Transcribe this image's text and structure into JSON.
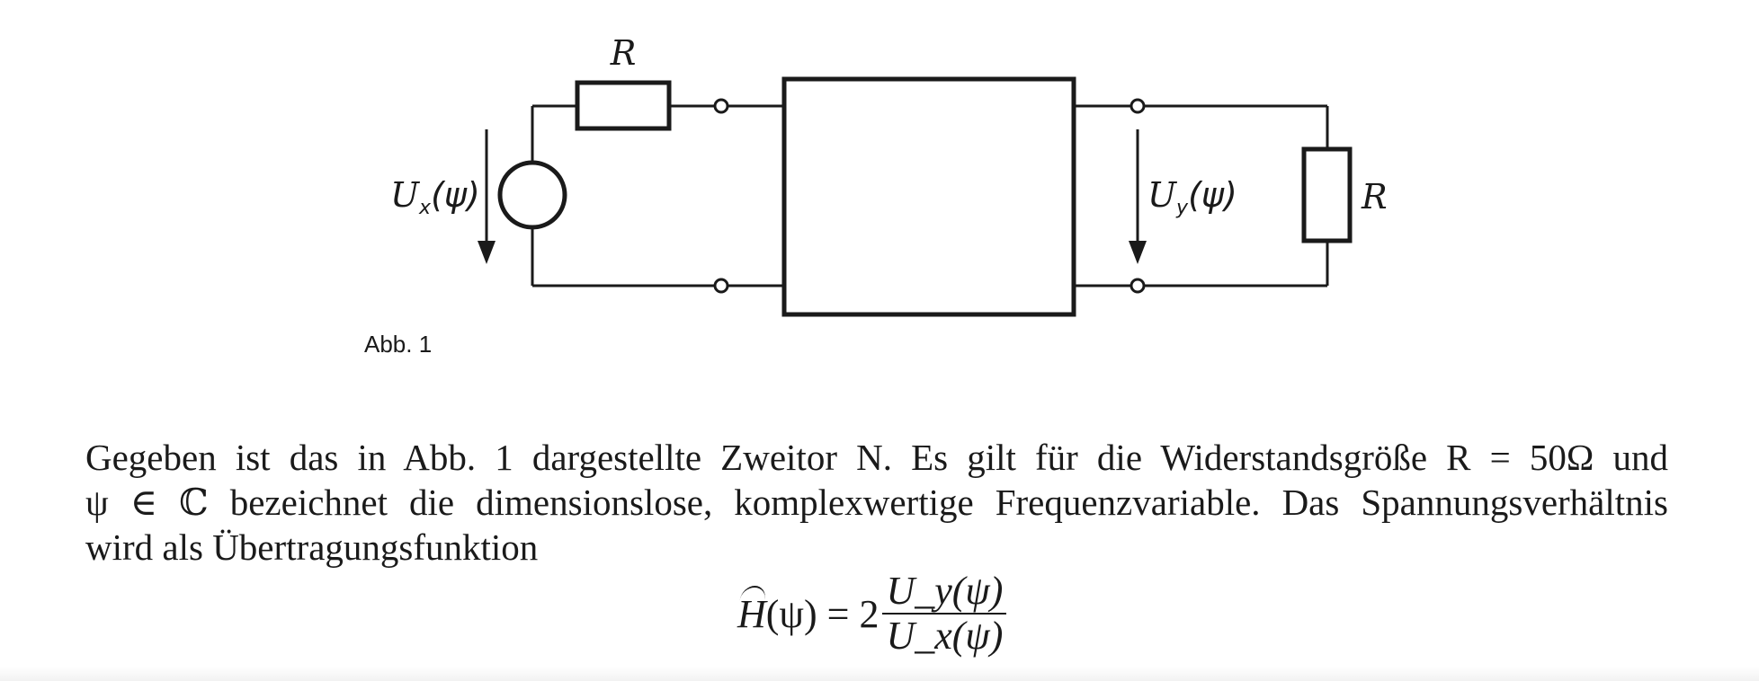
{
  "figure": {
    "resistor_top_label": "R",
    "resistor_right_label": "R",
    "source_voltage": {
      "base": "U",
      "sub": "x",
      "arg": "(ψ)"
    },
    "output_voltage": {
      "base": "U",
      "sub": "y",
      "arg": "(ψ)"
    },
    "caption": "Abb. 1"
  },
  "paragraph": {
    "line1": "Gegeben ist das in Abb. 1 dargestellte Zweitor N. Es gilt für die Widerstandsgröße R = 50Ω und",
    "line2": "ψ ∈ ℂ bezeichnet die dimensionslose, komplexwertige Frequenzvariable. Das Spannungsverhältnis",
    "line3": "wird als Übertragungsfunktion"
  },
  "equation": {
    "lhs_symbol": "H",
    "lhs_arg": "(ψ) = 2",
    "numerator": "U_y(ψ)",
    "denominator": "U_x(ψ)"
  }
}
